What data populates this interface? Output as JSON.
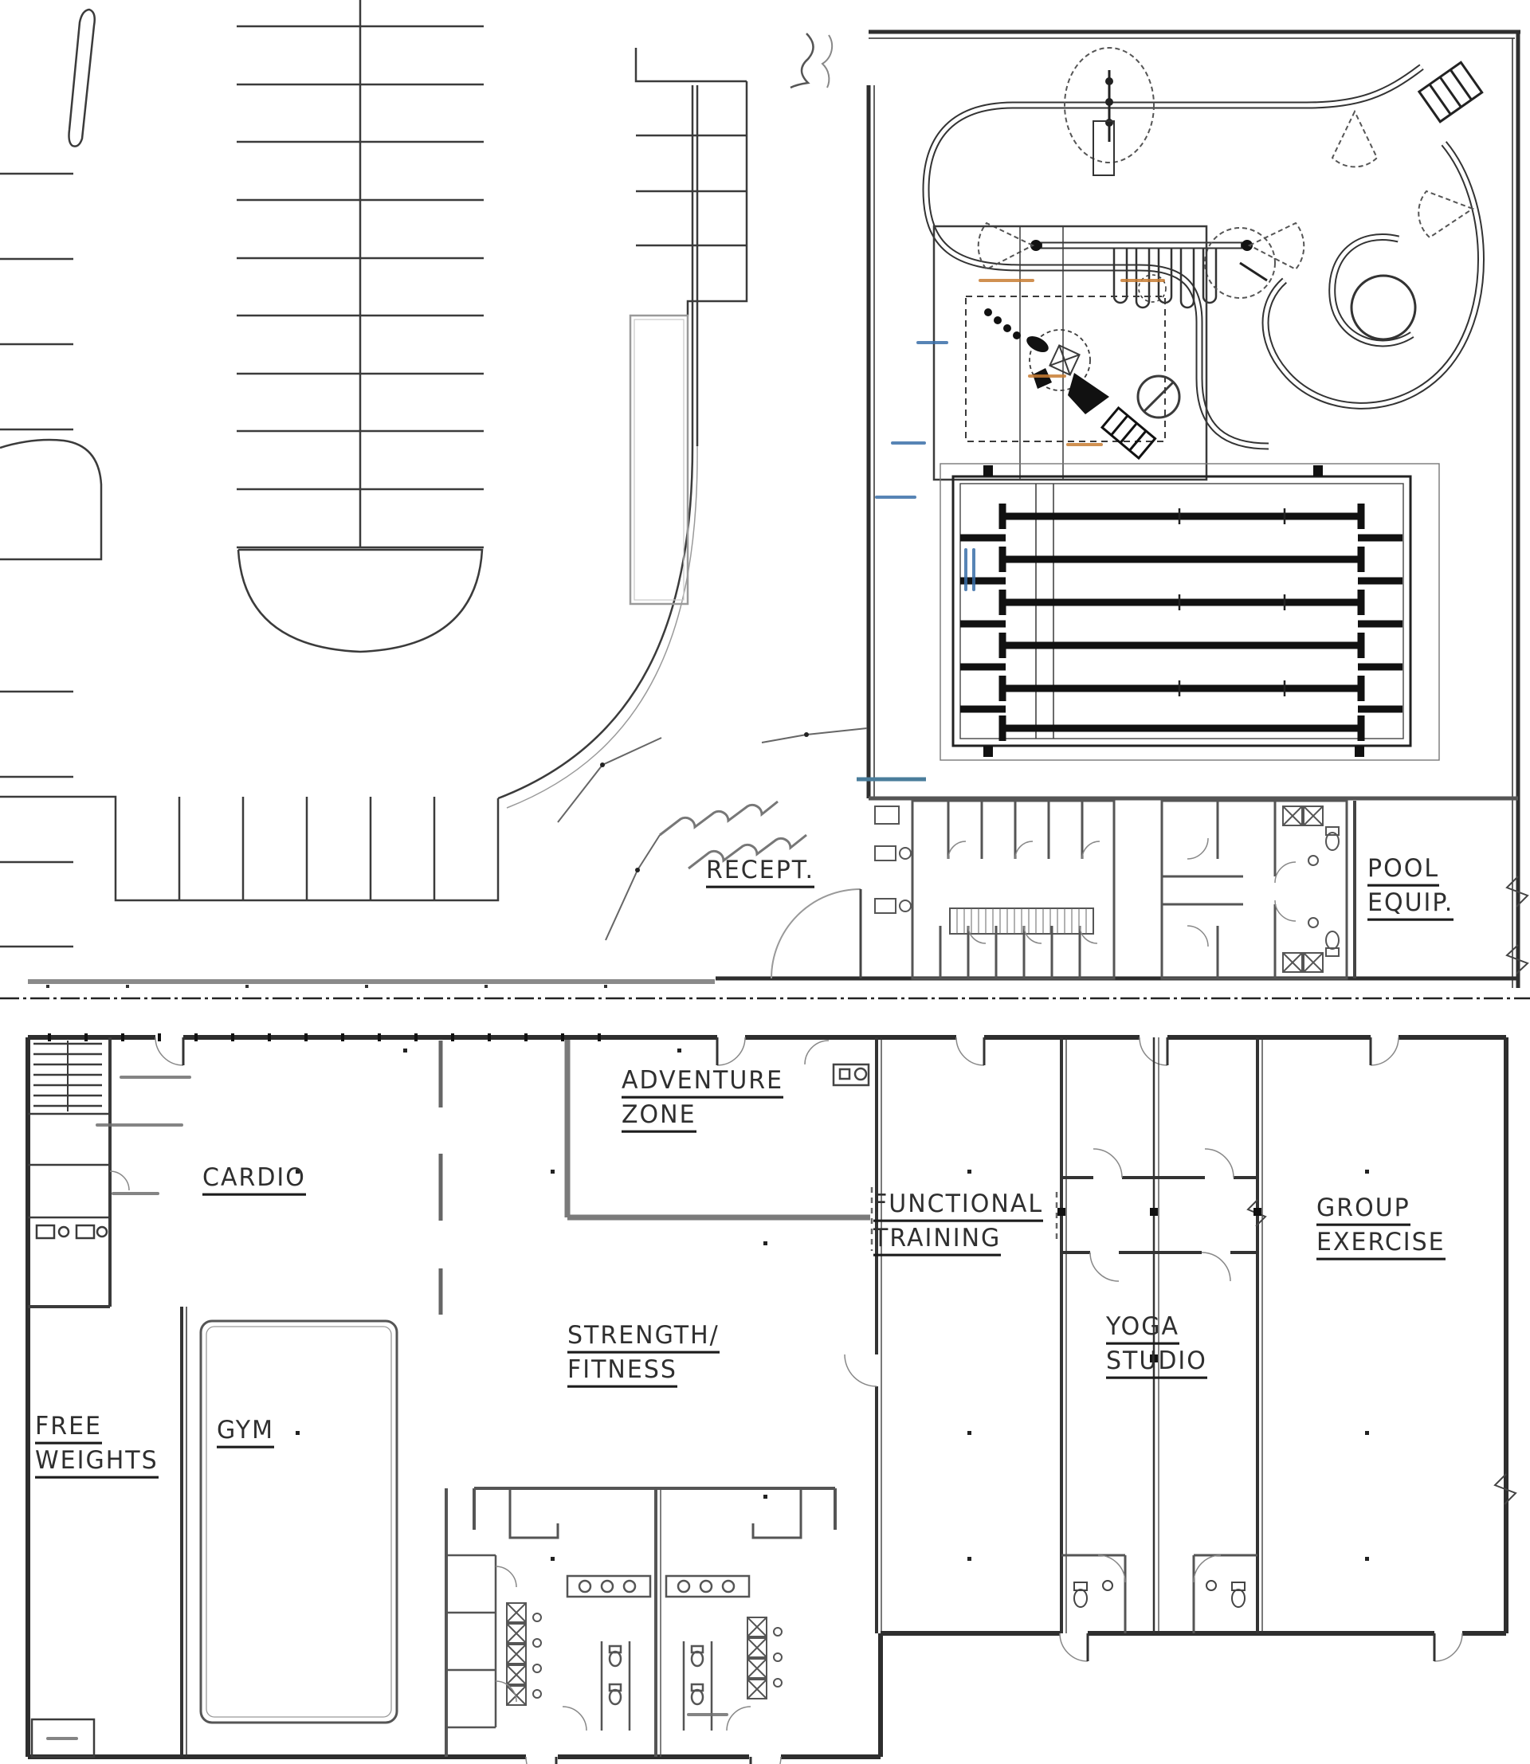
{
  "sheet": {
    "type": "architectural-floor-plan",
    "background": "#ffffff"
  },
  "colors": {
    "linework": "#3b3b3b",
    "heavy_wall": "#2a2a2a",
    "light_wall": "#8a8a8a",
    "lane_black": "#111111",
    "accent_blue": "#4a7d9b",
    "annotation_orange": "#c87c33",
    "annotation_blue": "#3a6ea8"
  },
  "rooms": {
    "reception": {
      "lines": [
        "RECEPT."
      ]
    },
    "pool_equipment": {
      "lines": [
        "POOL",
        "EQUIP."
      ]
    },
    "adventure_zone": {
      "lines": [
        "ADVENTURE",
        "ZONE"
      ]
    },
    "cardio": {
      "lines": [
        "CARDIO"
      ]
    },
    "functional_training": {
      "lines": [
        "FUNCTIONAL",
        "TRAINING"
      ]
    },
    "group_exercise": {
      "lines": [
        "GROUP",
        "EXERCISE"
      ]
    },
    "strength_fitness": {
      "lines": [
        "STRENGTH/",
        "FITNESS"
      ]
    },
    "yoga_studio": {
      "lines": [
        "YOGA",
        "STUDIO"
      ]
    },
    "free_weights": {
      "lines": [
        "FREE",
        "WEIGHTS"
      ]
    },
    "gym": {
      "lines": [
        "GYM"
      ]
    }
  }
}
